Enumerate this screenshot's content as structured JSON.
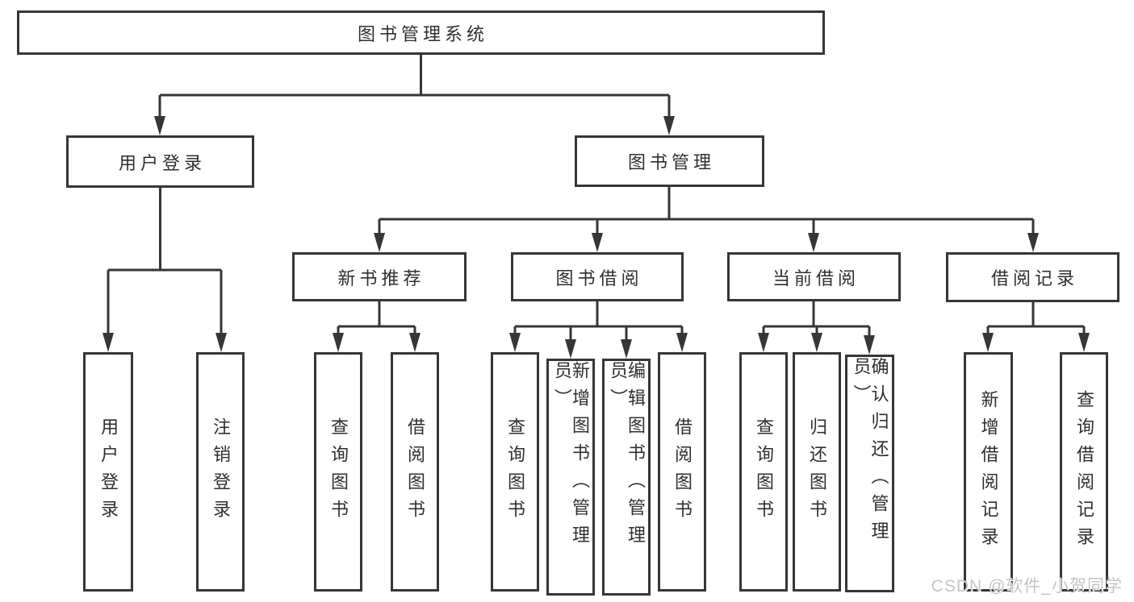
{
  "diagram_title": "图书管理系统",
  "tree": {
    "label": "图书管理系统",
    "children": [
      {
        "label": "用户登录",
        "children": [
          {
            "label": "用户登录"
          },
          {
            "label": "注销登录"
          }
        ]
      },
      {
        "label": "图书管理",
        "children": [
          {
            "label": "新书推荐",
            "children": [
              {
                "label": "查询图书"
              },
              {
                "label": "借阅图书"
              }
            ]
          },
          {
            "label": "图书借阅",
            "children": [
              {
                "label": "查询图书"
              },
              {
                "label": "新增图书（管理员）"
              },
              {
                "label": "编辑图书（管理员）"
              },
              {
                "label": "借阅图书"
              }
            ]
          },
          {
            "label": "当前借阅",
            "children": [
              {
                "label": "查询图书"
              },
              {
                "label": "归还图书"
              },
              {
                "label": "确认归还（管理员）"
              }
            ]
          },
          {
            "label": "借阅记录",
            "children": [
              {
                "label": "新增借阅记录"
              },
              {
                "label": "查询借阅记录"
              }
            ]
          }
        ]
      }
    ]
  },
  "watermark": "CSDN @软件_小贺同学",
  "colors": {
    "line": "#363636",
    "text": "#2f2f2f",
    "background": "#ffffff",
    "watermark": "#c5c5c5"
  }
}
